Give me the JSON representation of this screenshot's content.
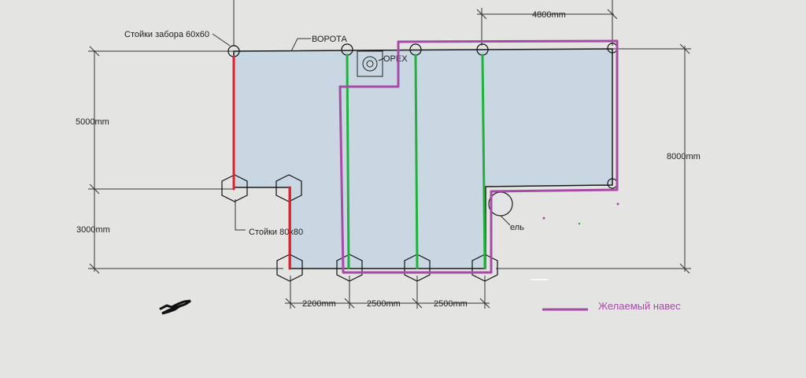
{
  "labels": {
    "fence_posts": "Стойки забора 60x60",
    "gate": "ВОРОТА",
    "walnut": "ОРЕХ",
    "posts_80": "Стойки 80x80",
    "spruce": "ель"
  },
  "dimensions": {
    "top": "4800mm",
    "left_upper": "5000mm",
    "left_lower": "3000mm",
    "right": "8000mm",
    "bottom_1": "2200mm",
    "bottom_2": "2500mm",
    "bottom_3": "2500mm"
  },
  "legend": {
    "label": "Желаемый навес",
    "color": "#a64ca6"
  },
  "colors": {
    "background": "#e4e4e2",
    "plot_fill": "#c8d7e1",
    "outline": "#1a1a1a",
    "red_posts": "#e0202c",
    "green_posts": "#22b13c",
    "purple_canopy": "#a64ca6"
  }
}
